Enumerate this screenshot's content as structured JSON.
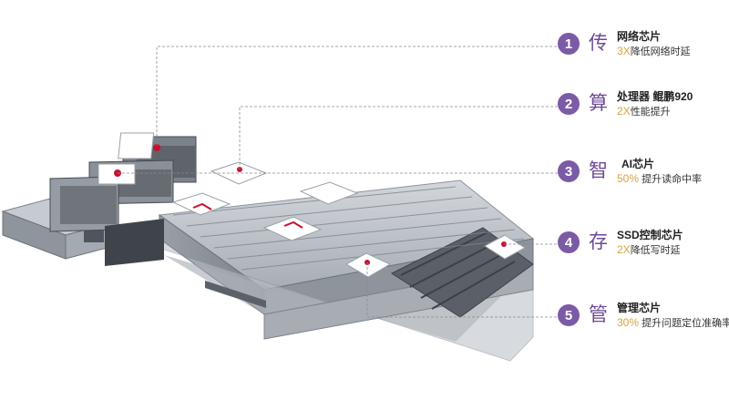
{
  "callouts": [
    {
      "index": "1",
      "char": "传",
      "title": "网络芯片",
      "highlight": "3X",
      "desc": "降低网络时延"
    },
    {
      "index": "2",
      "char": "算",
      "title": "处理器 鲲鹏920",
      "highlight": "2X",
      "desc": "性能提升"
    },
    {
      "index": "3",
      "char": "智",
      "title": "AI芯片",
      "highlight": "50%",
      "desc": " 提升读命中率"
    },
    {
      "index": "4",
      "char": "存",
      "title": "SSD控制芯片",
      "highlight": "2X",
      "desc": "降低写时延"
    },
    {
      "index": "5",
      "char": "管",
      "title": "管理芯片",
      "highlight": "30%",
      "desc": " 提升问题定位准确率"
    }
  ],
  "colors": {
    "badge": "#7b5aa6",
    "highlight": "#d9a23a",
    "marker": "#c8102e"
  }
}
